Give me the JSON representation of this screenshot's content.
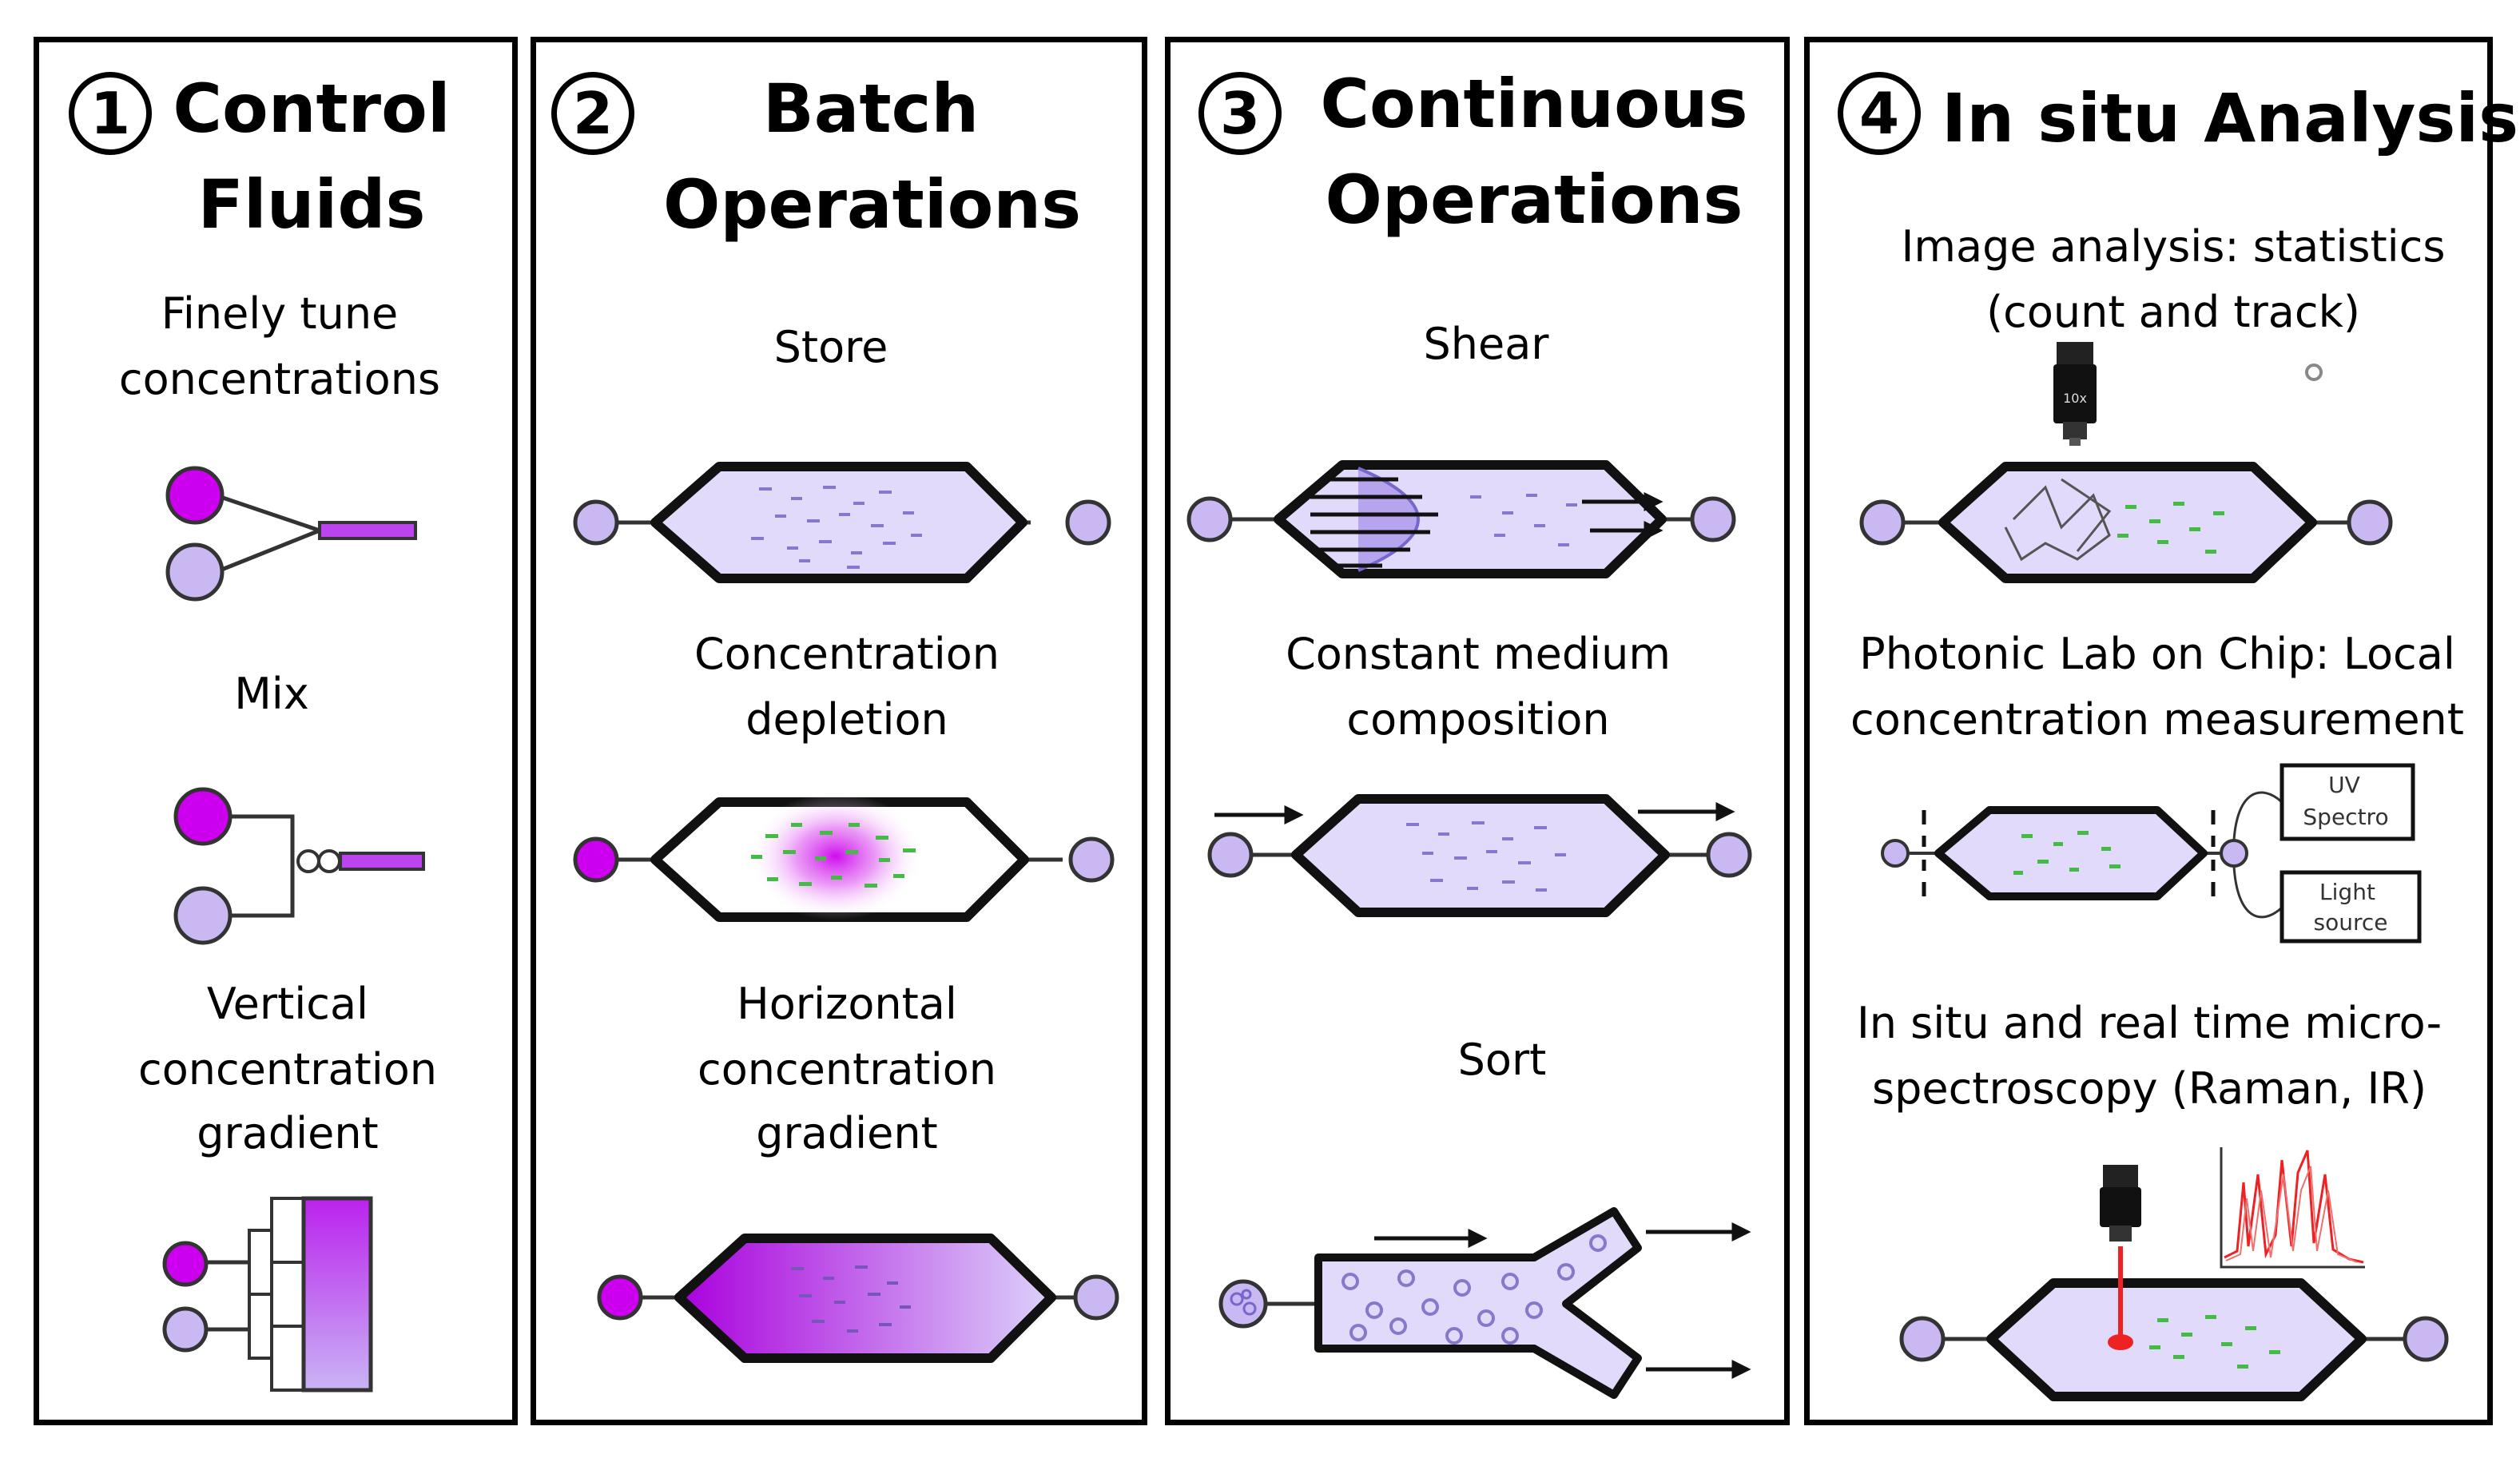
{
  "panels": [
    {
      "number": "1",
      "title": [
        "Control",
        "Fluids"
      ],
      "items": [
        [
          "Finely tune",
          "concentrations"
        ],
        [
          "Mix"
        ],
        [
          "Vertical",
          "concentration",
          "gradient"
        ]
      ]
    },
    {
      "number": "2",
      "title": [
        "Batch",
        "Operations"
      ],
      "items": [
        [
          "Store"
        ],
        [
          "Concentration",
          "depletion"
        ],
        [
          "Horizontal",
          "concentration",
          "gradient"
        ]
      ]
    },
    {
      "number": "3",
      "title": [
        "Continuous",
        "Operations"
      ],
      "items": [
        [
          "Shear"
        ],
        [
          "Constant medium",
          "composition"
        ],
        [
          "Sort"
        ]
      ]
    },
    {
      "number": "4",
      "title": [
        "In situ Analysis"
      ],
      "items": [
        [
          "Image analysis: statistics",
          "(count and track)"
        ],
        [
          "Photonic Lab on Chip: Local",
          "concentration measurement"
        ],
        [
          "In situ and real time micro-",
          "spectroscopy (Raman, IR)"
        ]
      ]
    }
  ],
  "device_labels": {
    "objective_mag": "10x",
    "uv_spectro": [
      "UV",
      "Spectro"
    ],
    "light_source": [
      "Light",
      "source"
    ]
  },
  "colors": {
    "magenta": "#cc00ee",
    "lavender": "#c9b8f2",
    "chamber_fill": "#e2dafa",
    "particle_green": "#44bb44",
    "laser_red": "#ee2222"
  }
}
